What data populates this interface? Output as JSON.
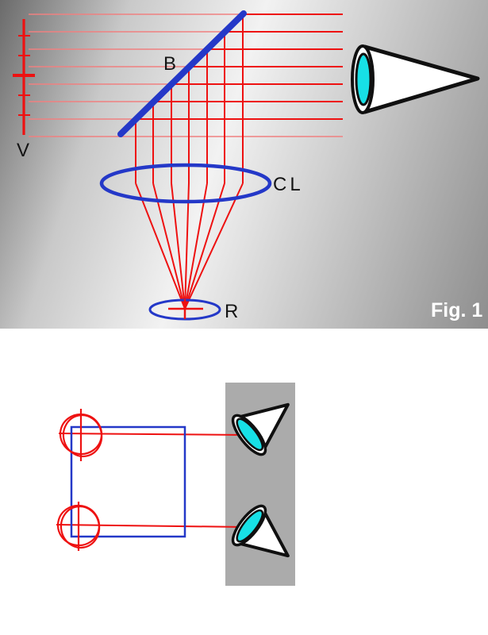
{
  "figure1": {
    "caption": "Fig. 1",
    "labels": {
      "source": "V",
      "beamsplitter": "B",
      "condenser": "CL",
      "focus": "R"
    }
  },
  "colors": {
    "ray_red": "#ee1111",
    "ray_faint": "#f08080",
    "optic_blue": "#2438c8",
    "lens_cyan": "#17e0e6",
    "outline_black": "#101010",
    "panel_gray": "#ababab",
    "caption_white": "#ffffff",
    "bg_dark": "#6b6b6b",
    "bg_light": "#f2f2f2",
    "bg_right": "#8e8e8e"
  }
}
